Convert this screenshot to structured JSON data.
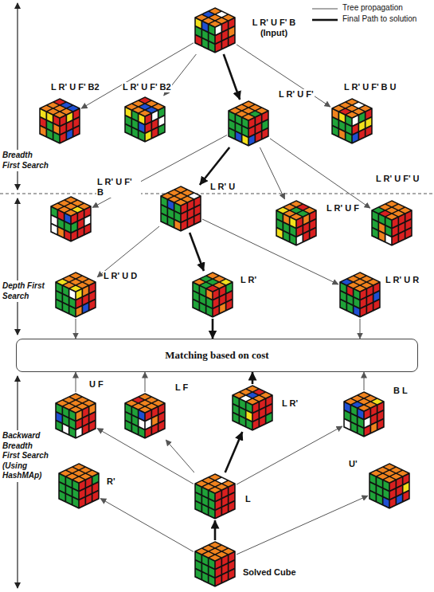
{
  "diagram": {
    "nodes": [
      {
        "text": [
          "L R' U F' B",
          "(Input)"
        ]
      },
      {
        "text": [
          "L R' U F' B2"
        ]
      },
      {
        "text": [
          "L R' U F' B2"
        ]
      },
      {
        "text": [
          "L R' U F'"
        ]
      },
      {
        "text": [
          "L R' U F' B U"
        ]
      },
      {
        "text": [
          "L R' U F' B"
        ]
      },
      {
        "text": [
          "L R' U"
        ]
      },
      {
        "text": [
          "L R' U F"
        ]
      },
      {
        "text": [
          "L R' U F' U"
        ]
      },
      {
        "text": [
          "L R' U D"
        ]
      },
      {
        "text": [
          "L R'"
        ]
      },
      {
        "text": [
          "L R' U R"
        ]
      },
      {
        "text": [
          "Matching based on cost"
        ]
      },
      {
        "text": [
          "U F"
        ]
      },
      {
        "text": [
          "L F"
        ]
      },
      {
        "text": [
          "L R'"
        ]
      },
      {
        "text": [
          "B L"
        ]
      },
      {
        "text": [
          "R'"
        ]
      },
      {
        "text": [
          "L"
        ]
      },
      {
        "text": [
          "U'"
        ]
      },
      {
        "text": [
          "Solved Cube"
        ]
      }
    ],
    "edges": [
      {
        "from": 0,
        "to": 1,
        "arrow": "to"
      },
      {
        "from": 0,
        "to": 2,
        "arrow": "to"
      },
      {
        "from": 0,
        "to": 3,
        "arrow": "to"
      },
      {
        "from": 0,
        "to": 4,
        "arrow": "to"
      },
      {
        "from": 3,
        "to": 5,
        "arrow": "to"
      },
      {
        "from": 3,
        "to": 6,
        "arrow": "to"
      },
      {
        "from": 3,
        "to": 7,
        "arrow": "to"
      },
      {
        "from": 3,
        "to": 8,
        "arrow": "to"
      },
      {
        "from": 6,
        "to": 9,
        "arrow": "to"
      },
      {
        "from": 6,
        "to": 10,
        "arrow": "to"
      },
      {
        "from": 6,
        "to": 11,
        "arrow": "to"
      },
      {
        "from": 9,
        "to": 12,
        "arrow": "to"
      },
      {
        "from": 10,
        "to": 12,
        "arrow": "to"
      },
      {
        "from": 11,
        "to": 12,
        "arrow": "to"
      },
      {
        "from": 13,
        "to": 12,
        "arrow": "to"
      },
      {
        "from": 14,
        "to": 12,
        "arrow": "to"
      },
      {
        "from": 15,
        "to": 12,
        "arrow": "to"
      },
      {
        "from": 16,
        "to": 12,
        "arrow": "to"
      },
      {
        "from": 18,
        "to": 13,
        "arrow": "to"
      },
      {
        "from": 18,
        "to": 14,
        "arrow": "to"
      },
      {
        "from": 18,
        "to": 15,
        "arrow": "to"
      },
      {
        "from": 18,
        "to": 16,
        "arrow": "to"
      },
      {
        "from": 20,
        "to": 17,
        "arrow": "to"
      },
      {
        "from": 20,
        "to": 18,
        "arrow": "to"
      },
      {
        "from": 20,
        "to": 19,
        "arrow": "to"
      }
    ],
    "labels": [
      "Breadth First Search",
      "Depth First Search",
      "Backward Breadth First Search (Using HashMAp)"
    ],
    "legend": [
      {
        "text": "Tree propagation"
      },
      {
        "text": "Final Path to solution"
      }
    ]
  }
}
